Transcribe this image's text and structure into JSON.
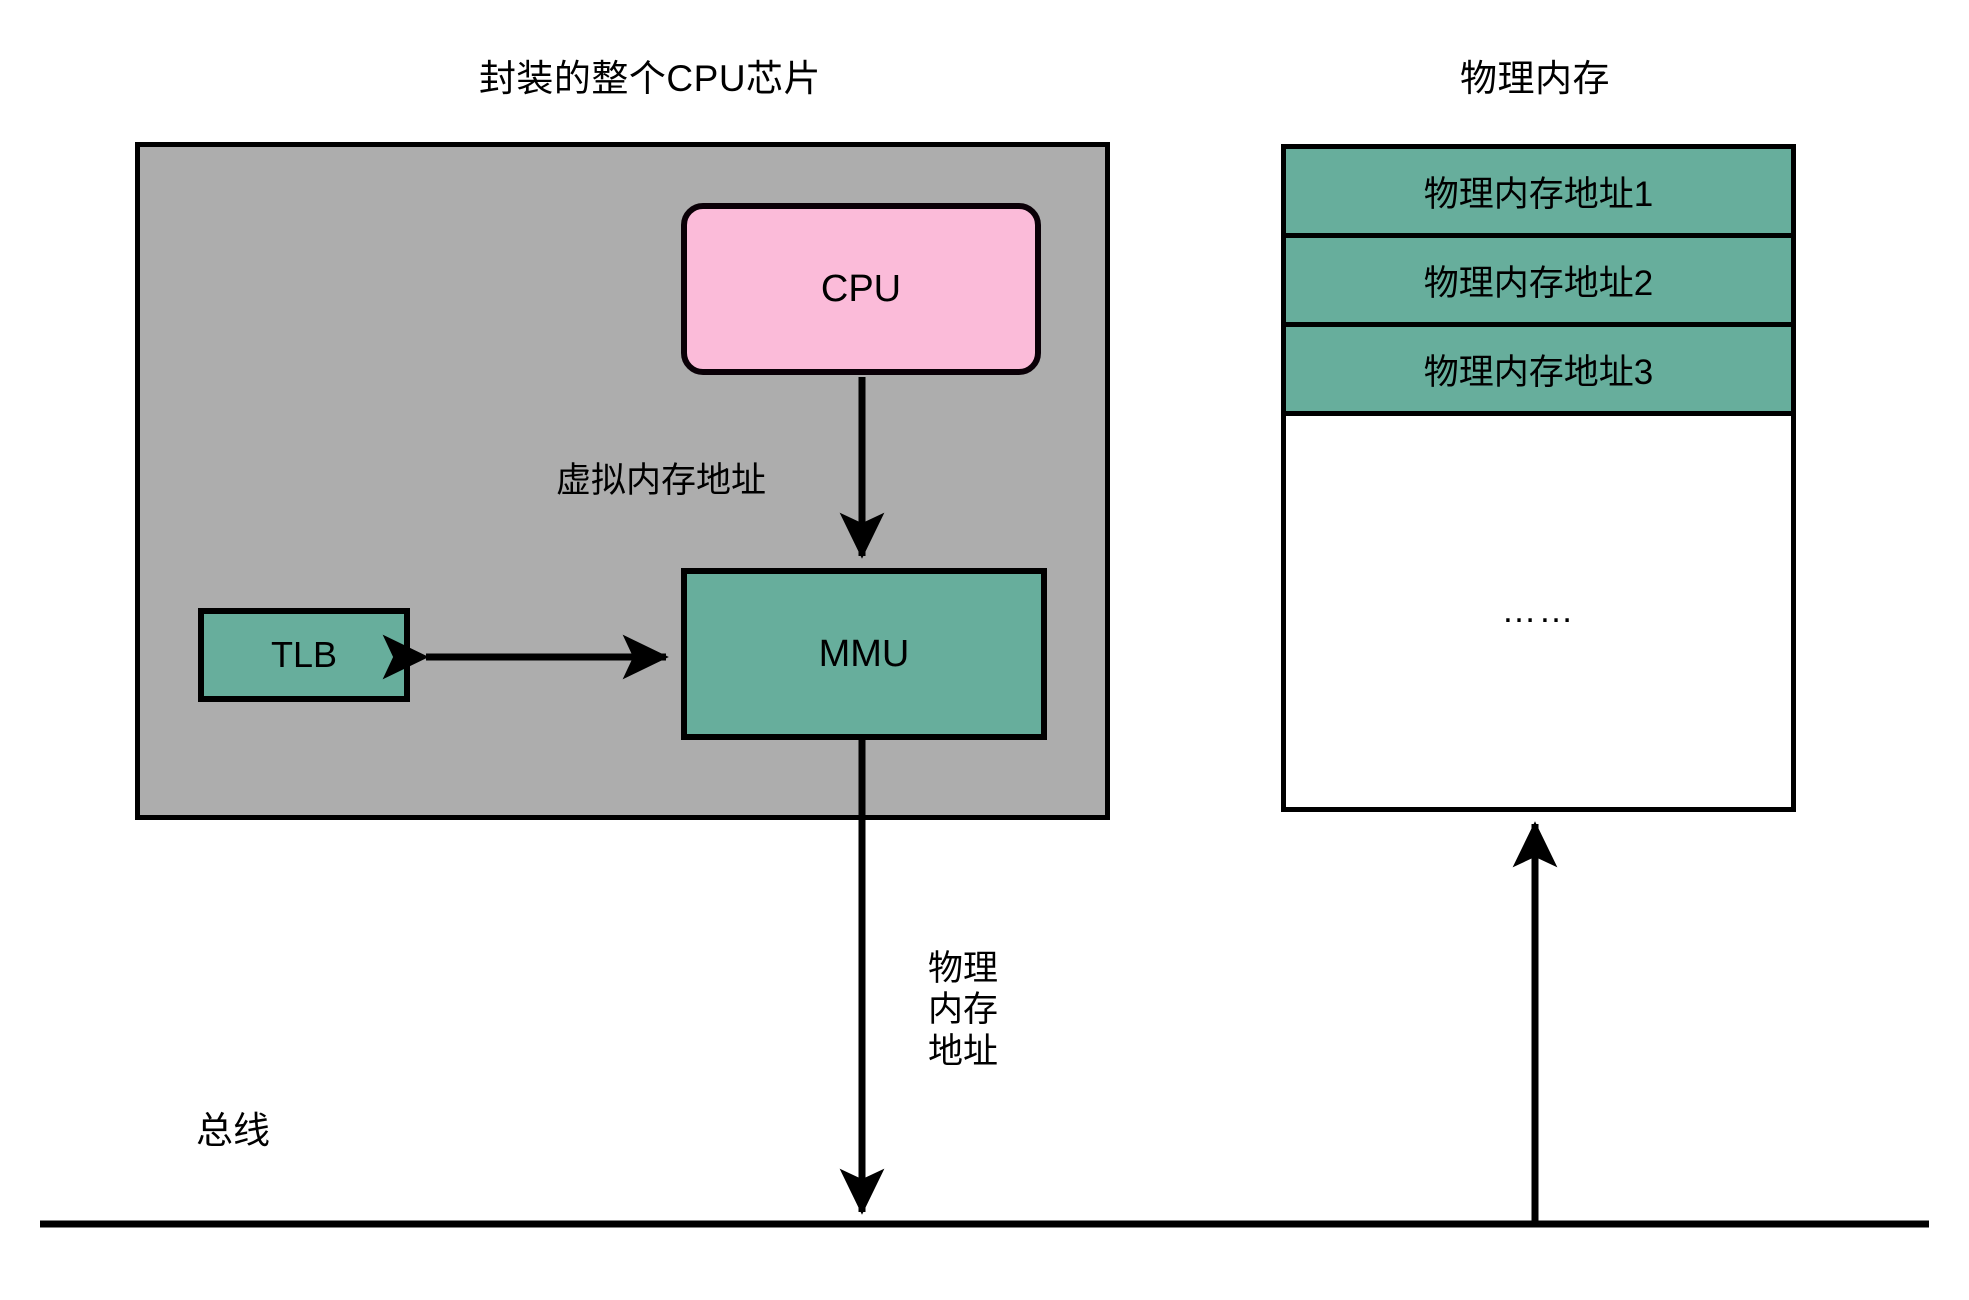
{
  "diagram": {
    "titles": {
      "chip": "封装的整个CPU芯片",
      "memory": "物理内存"
    },
    "blocks": {
      "cpu": "CPU",
      "mmu": "MMU",
      "tlb": "TLB"
    },
    "memory_cells": [
      "物理内存地址1",
      "物理内存地址2",
      "物理内存地址3"
    ],
    "memory_ellipsis": "……",
    "labels": {
      "virtual_address": "虚拟内存地址",
      "physical_address_line1": "物理",
      "physical_address_line2": "内存",
      "physical_address_line3": "地址",
      "bus": "总线"
    },
    "colors": {
      "chip_package": "#adadad",
      "cpu_fill": "#fbbbd9",
      "mmu_fill": "#67ae9c",
      "tlb_fill": "#67ae9c",
      "memory_cell_fill": "#67ae9c",
      "memory_empty_fill": "#ffffff",
      "stroke": "#000000",
      "background": "#ffffff"
    }
  }
}
